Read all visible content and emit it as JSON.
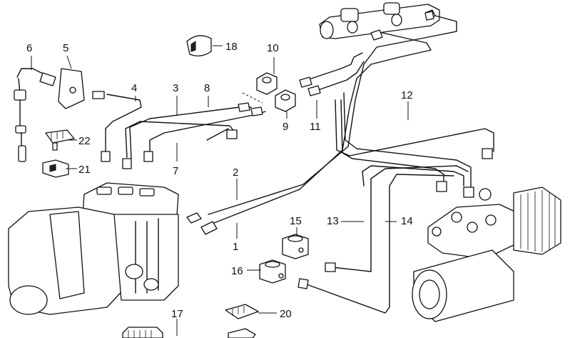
{
  "diagram": {
    "callouts": [
      {
        "id": "1",
        "label": "1"
      },
      {
        "id": "2",
        "label": "2"
      },
      {
        "id": "3",
        "label": "3"
      },
      {
        "id": "4",
        "label": "4"
      },
      {
        "id": "5",
        "label": "5"
      },
      {
        "id": "6",
        "label": "6"
      },
      {
        "id": "7",
        "label": "7"
      },
      {
        "id": "8",
        "label": "8"
      },
      {
        "id": "9",
        "label": "9"
      },
      {
        "id": "10",
        "label": "10"
      },
      {
        "id": "11",
        "label": "11"
      },
      {
        "id": "12",
        "label": "12"
      },
      {
        "id": "13",
        "label": "13"
      },
      {
        "id": "14",
        "label": "14"
      },
      {
        "id": "15",
        "label": "15"
      },
      {
        "id": "16",
        "label": "16"
      },
      {
        "id": "17",
        "label": "17"
      },
      {
        "id": "18",
        "label": "18"
      },
      {
        "id": "20",
        "label": "20"
      },
      {
        "id": "21",
        "label": "21"
      },
      {
        "id": "22",
        "label": "22"
      }
    ]
  }
}
